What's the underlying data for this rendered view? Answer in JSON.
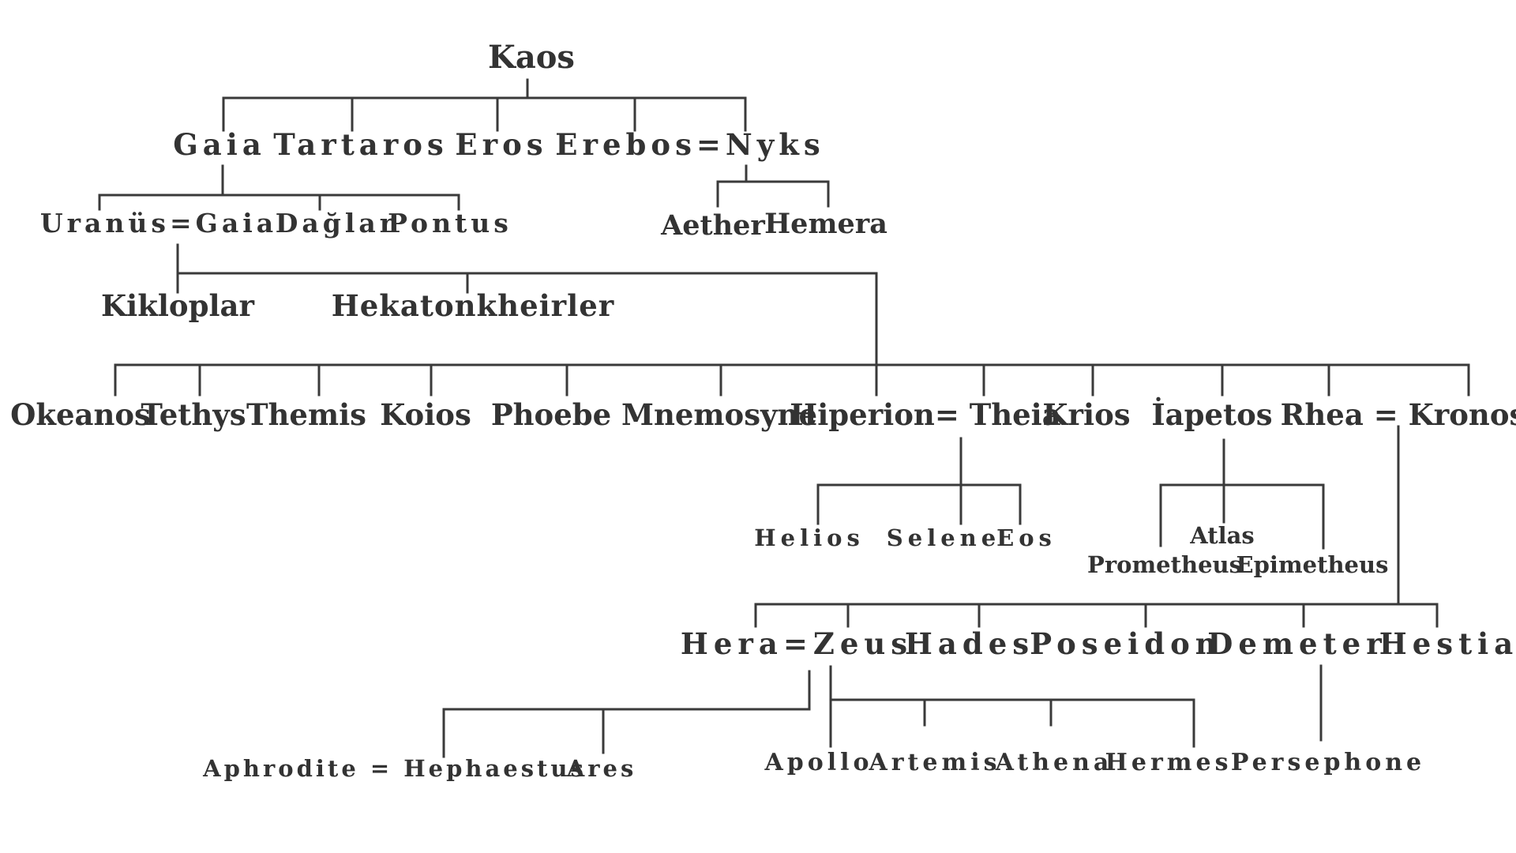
{
  "colors": {
    "line": "#3a3a3a",
    "text": "#333333",
    "background": "#ffffff"
  },
  "nodes": {
    "kaos": "Kaos",
    "gaia": "Gaia",
    "tartaros": "Tartaros",
    "eros": "Eros",
    "erebos_nyks": "Erebos=Nyks",
    "uranus_gaia": "Uranüs=Gaia",
    "daglar": "Dağlar",
    "pontus": "Pontus",
    "aether": "Aether",
    "hemera": "Hemera",
    "kikloplar": "Kikloplar",
    "hekatonkheirler": "Hekatonkheirler",
    "okeanos": "Okeanos",
    "tethys": "Tethys",
    "themis": "Themis",
    "koios": "Koios",
    "phoebe": "Phoebe",
    "mnemosyne": "Mnemosyne",
    "hiperion_theia": "Hiperion= Theia",
    "krios": "Krios",
    "iapetos": "İapetos",
    "rhea_kronos": "Rhea = Kronos",
    "helios": "Helios",
    "selene": "Selene",
    "eos": "Eos",
    "atlas": "Atlas",
    "prometheus": "Prometheus",
    "epimetheus": "Epimetheus",
    "hera_zeus": "Hera=Zeus",
    "hades": "Hades",
    "poseidon": "Poseidon",
    "demeter": "Demeter",
    "hestia": "Hestia",
    "aphrodite_hephaestus": "Aphrodite = Hephaestus",
    "ares": "Ares",
    "apollo": "Apollo",
    "artemis": "Artemis",
    "athena": "Athena",
    "hermes": "Hermes",
    "persephone": "Persephone"
  }
}
